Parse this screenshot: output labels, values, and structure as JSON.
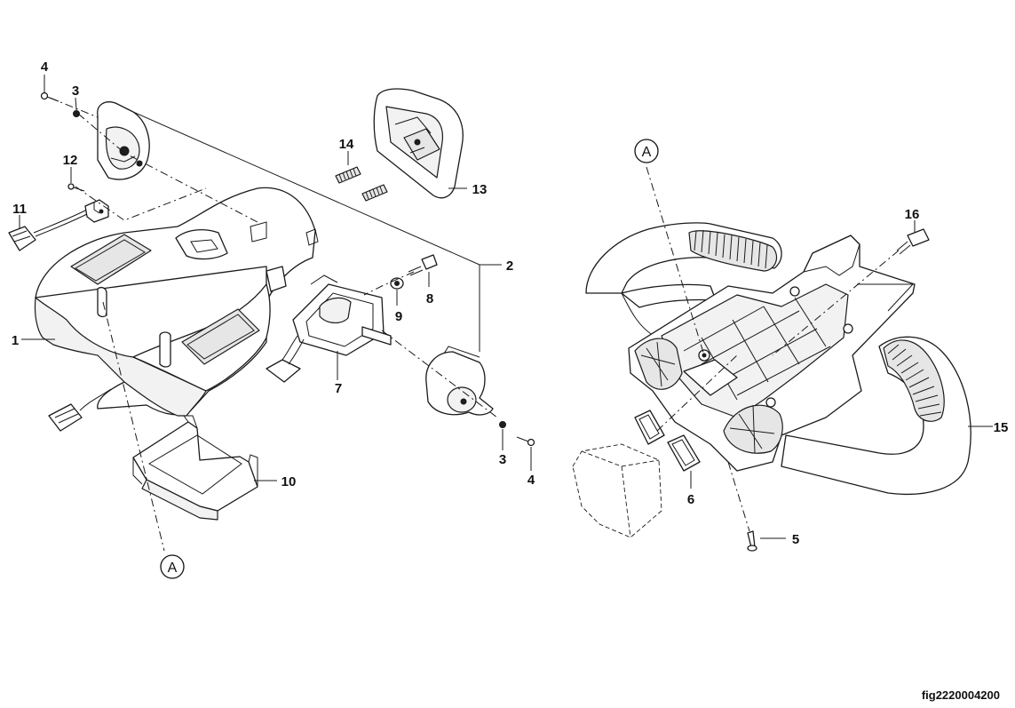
{
  "figure_id": "fig2220004200",
  "reference_marker": "A",
  "callouts": {
    "c1": "1",
    "c2": "2",
    "c3a": "3",
    "c3b": "3",
    "c4a": "4",
    "c4b": "4",
    "c5": "5",
    "c6": "6",
    "c7": "7",
    "c8": "8",
    "c9": "9",
    "c10": "10",
    "c11": "11",
    "c12": "12",
    "c13": "13",
    "c14": "14",
    "c15": "15",
    "c16": "16"
  },
  "colors": {
    "line": "#1a1a1a",
    "fill": "#ffffff",
    "shade": "#e6e6e6",
    "dark": "#1e1e1e"
  }
}
